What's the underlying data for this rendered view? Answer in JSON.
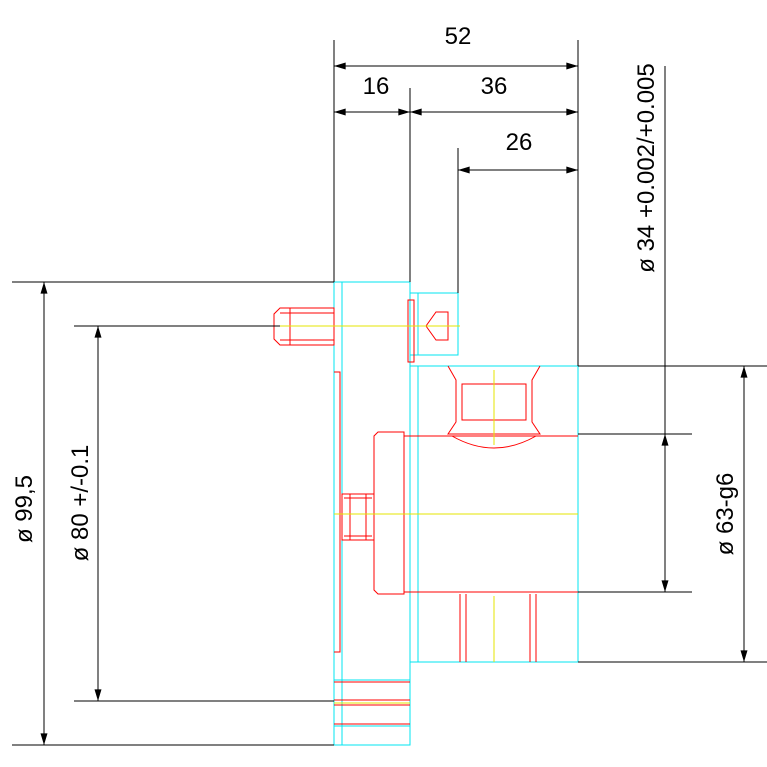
{
  "dimensions": {
    "overall_length": "52",
    "flange_length": "16",
    "body_length": "36",
    "pilot_length": "26",
    "shaft_diameter": "ø 34 +0.002/+0.005",
    "pilot_diameter": "ø 63-g6",
    "bolt_circle_diameter": "ø 80 +/-0.1",
    "flange_diameter": "ø 99,5"
  },
  "colors": {
    "dimension": "#000000",
    "outline": "#00e5f0",
    "detail": "#ff0000",
    "centerline": "#e6e600"
  }
}
